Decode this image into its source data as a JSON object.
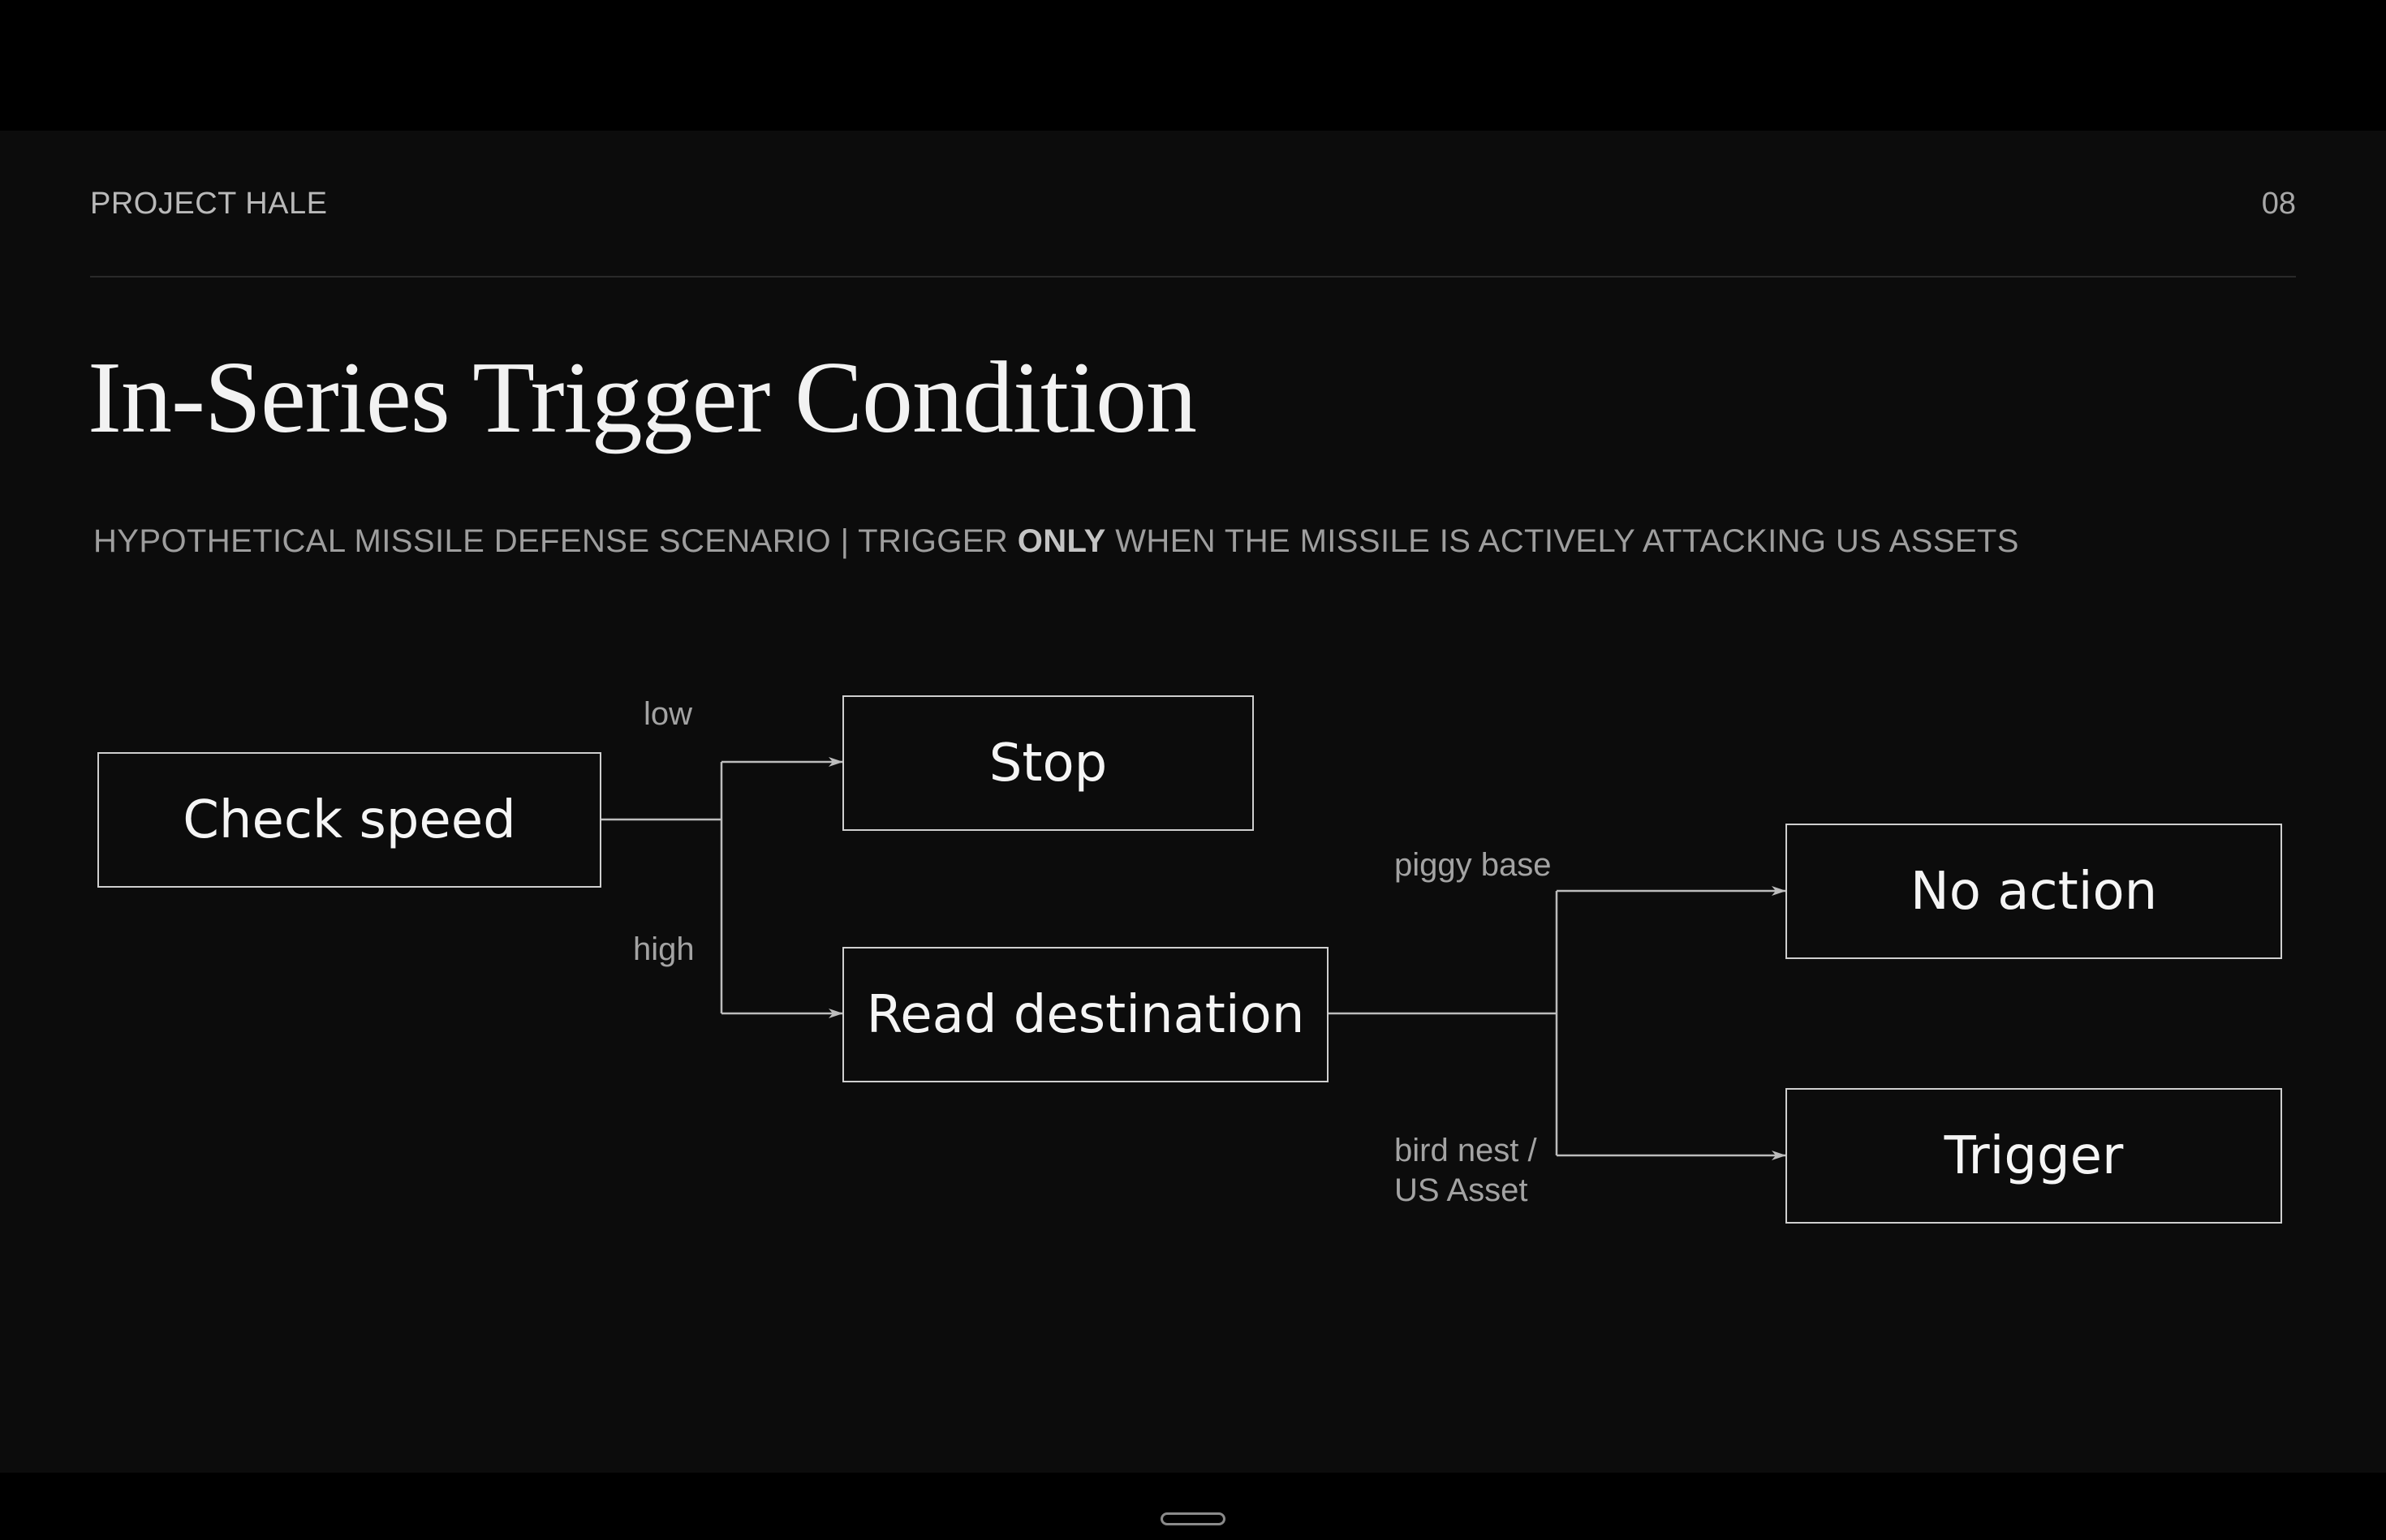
{
  "header": {
    "project_name": "PROJECT HALE",
    "page_number": "08"
  },
  "title": "In-Series Trigger Condition",
  "subtitle": {
    "before": "HYPOTHETICAL MISSILE DEFENSE SCENARIO | TRIGGER ",
    "emphasis": "ONLY",
    "after": " WHEN THE MISSILE IS ACTIVELY ATTACKING US ASSETS"
  },
  "flowchart": {
    "nodes": {
      "check_speed": "Check speed",
      "stop": "Stop",
      "read_destination": "Read destination",
      "no_action": "No action",
      "trigger": "Trigger"
    },
    "edges": {
      "low": "low",
      "high": "high",
      "piggy_base": "piggy base",
      "bird_nest_line1": "bird nest /",
      "bird_nest_line2": "US Asset"
    }
  },
  "colors": {
    "background": "#0c0c0c",
    "letterbox": "#000000",
    "node_border": "#cfcfcf",
    "connector": "#bdbdbd",
    "text_primary": "#f2f2f2",
    "text_muted": "#a3a3a3"
  }
}
